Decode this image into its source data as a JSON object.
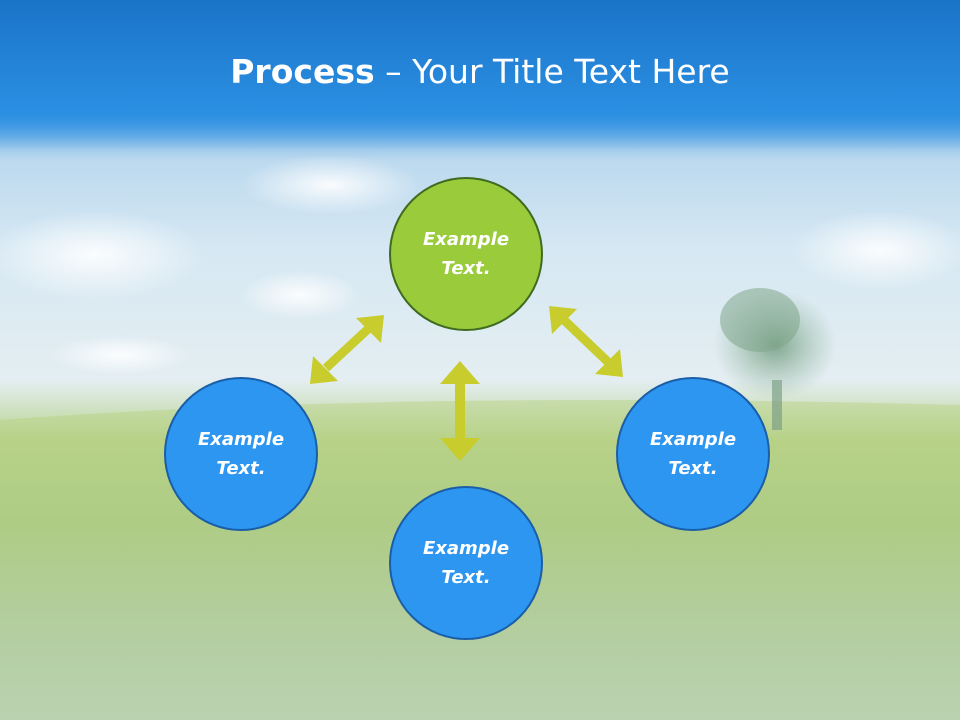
{
  "title": {
    "bold": "Process",
    "rest": " – Your Title Text Here"
  },
  "nodes": [
    {
      "id": "top",
      "label_line1": "Example",
      "label_line2": "Text."
    },
    {
      "id": "left",
      "label_line1": "Example",
      "label_line2": "Text."
    },
    {
      "id": "right",
      "label_line1": "Example",
      "label_line2": "Text."
    },
    {
      "id": "bottom",
      "label_line1": "Example",
      "label_line2": "Text."
    }
  ],
  "colors": {
    "accent_green": "#9acb3a",
    "node_blue": "#2d96f0",
    "arrow": "#c8cc2c",
    "header_blue": "#1e7fd4"
  }
}
